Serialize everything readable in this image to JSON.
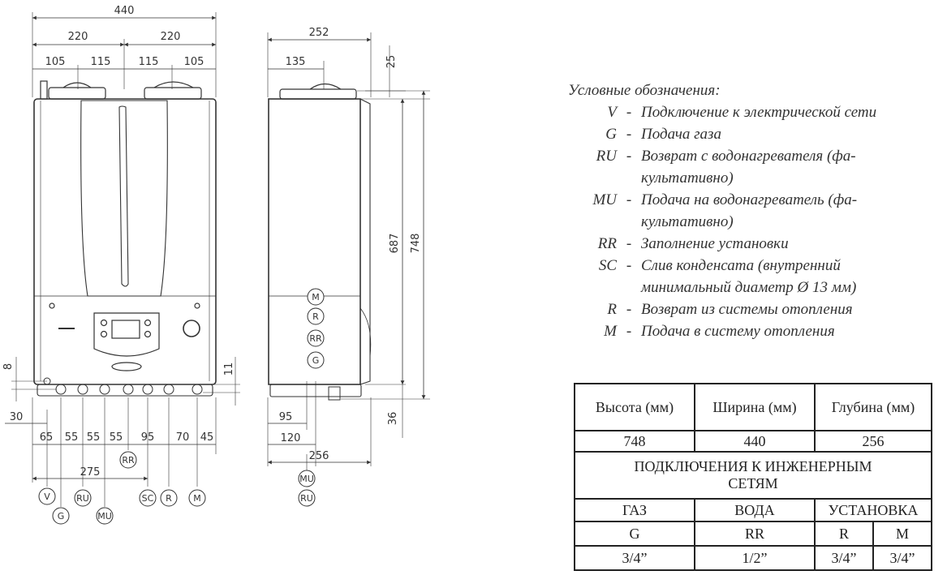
{
  "drawing": {
    "front_top_dims": [
      "440",
      "220",
      "220",
      "105",
      "115",
      "115",
      "105"
    ],
    "side_top_dims": [
      "252",
      "135",
      "25"
    ],
    "side_vertical_dims": [
      "687",
      "748",
      "36"
    ],
    "front_left_dims": [
      "8",
      "11"
    ],
    "front_bottom_dims": [
      "30",
      "65",
      "55",
      "55",
      "55",
      "95",
      "70",
      "45",
      "275"
    ],
    "side_bottom_dims": [
      "95",
      "120",
      "256"
    ],
    "front_markers": [
      "V",
      "G",
      "RU",
      "MU",
      "RR",
      "SC",
      "R",
      "M"
    ],
    "side_markers": [
      "M",
      "R",
      "RR",
      "G",
      "MU",
      "RU"
    ]
  },
  "legend": {
    "title": "Условные обозначения:",
    "items": [
      {
        "code": "V",
        "sep": "-",
        "lines": [
          "Подключение к электрической сети"
        ]
      },
      {
        "code": "G",
        "sep": "-",
        "lines": [
          "Подача газа"
        ]
      },
      {
        "code": "RU",
        "sep": "-",
        "lines": [
          "Возврат с водонагревателя (фа-",
          "культативно)"
        ]
      },
      {
        "code": "MU",
        "sep": "-",
        "lines": [
          "Подача на водонагреватель (фа-",
          "культативно)"
        ]
      },
      {
        "code": "RR",
        "sep": "-",
        "lines": [
          "Заполнение установки"
        ]
      },
      {
        "code": "SC",
        "sep": "-",
        "lines": [
          "Слив конденсата (внутренний",
          "минимальный диаметр Ø 13 мм)"
        ]
      },
      {
        "code": "R",
        "sep": "-",
        "lines": [
          "Возврат из системы отопления"
        ]
      },
      {
        "code": "M",
        "sep": "-",
        "lines": [
          "Подача в систему отопления"
        ]
      }
    ]
  },
  "table": {
    "headers": [
      "Высота (мм)",
      "Ширина (мм)",
      "Глубина (мм)"
    ],
    "values": [
      "748",
      "440",
      "256"
    ],
    "section_title": "ПОДКЛЮЧЕНИЯ К ИНЖЕНЕРНЫМ СЕТЯМ",
    "groups": [
      "ГАЗ",
      "ВОДА",
      "УСТАНОВКА"
    ],
    "codes": [
      "G",
      "RR",
      "R",
      "M"
    ],
    "sizes": [
      "3/4”",
      "1/2”",
      "3/4”",
      "3/4”"
    ]
  }
}
